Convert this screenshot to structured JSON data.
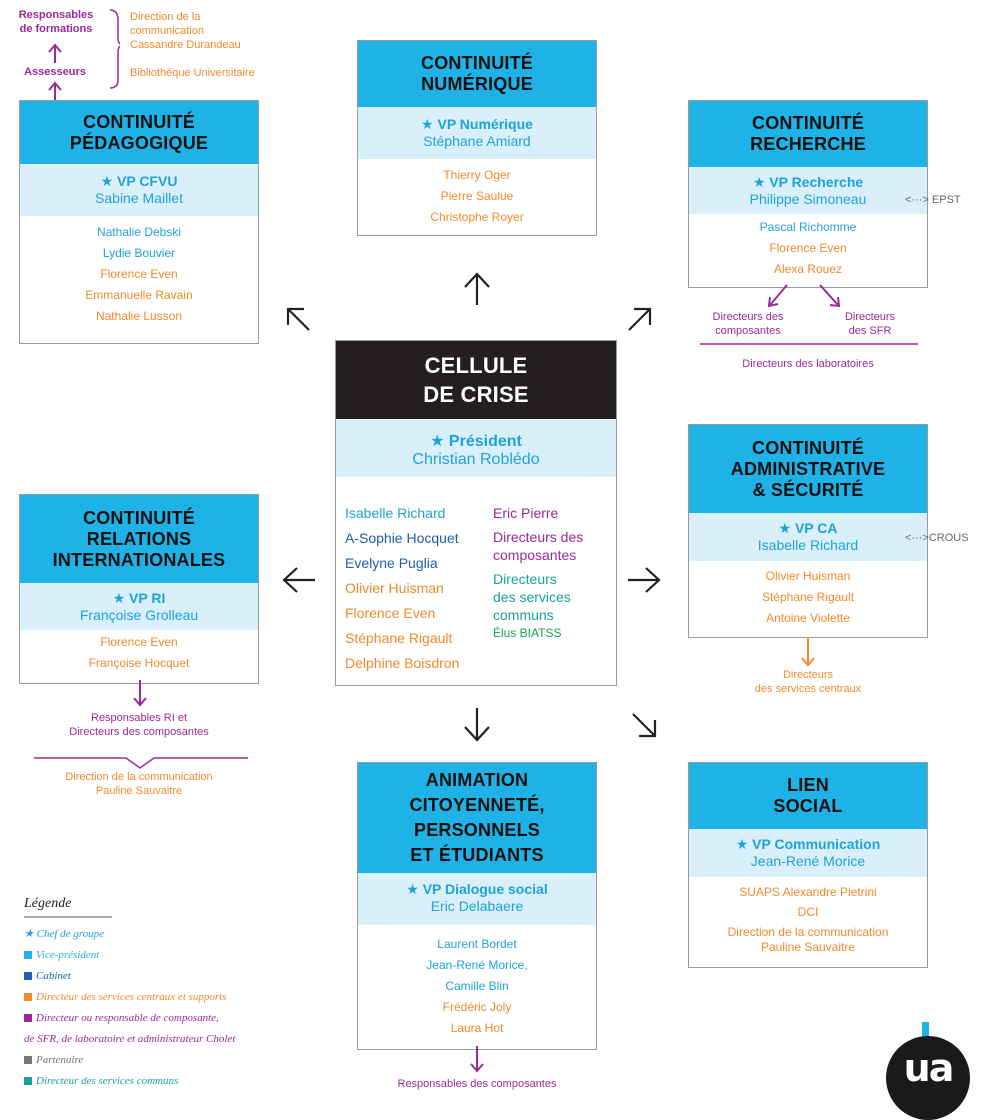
{
  "pedagogique": {
    "title1": "CONTINUITÉ",
    "title2": "PÉDAGOGIQUE",
    "role": "★ VP CFVU",
    "name": "Sabine Maillet",
    "members": [
      "Nathalie Debski",
      "Lydie Bouvier",
      "Florence Even",
      "Emmanuelle Ravain",
      "Nathalie Lusson"
    ],
    "top_left_1": "Responsables",
    "top_left_2": "de formations",
    "assesseurs": "Assesseurs",
    "dircom_1": "Direction de la",
    "dircom_2": "communication",
    "dircom_3": "Cassandre Durandeau",
    "bu": "Bibliothèque Universitaire"
  },
  "numerique": {
    "title1": "CONTINUITÉ",
    "title2": "NUMÉRIQUE",
    "role": "★ VP Numérique",
    "name": "Stéphane Amiard",
    "members": [
      "Thierry Oger",
      "Pierre Saulue",
      "Christophe Royer"
    ]
  },
  "recherche": {
    "title1": "CONTINUITÉ",
    "title2": "RECHERCHE",
    "role": "★ VP Recherche",
    "name": "Philippe Simoneau",
    "members": [
      "Pascal Richomme",
      "Florence Even",
      "Alexa Rouez"
    ],
    "epst": "EPST",
    "dir_comp_1": "Directeurs des",
    "dir_comp_2": "composantes",
    "dir_sfr_1": "Directeurs",
    "dir_sfr_2": "des SFR",
    "dir_labo": "Directeurs des laboratoires"
  },
  "crise": {
    "title1": "CELLULE",
    "title2": "DE CRISE",
    "role": "★ Président",
    "name": "Christian Roblédo",
    "left": [
      {
        "text": "Isabelle Richard",
        "color": "blue"
      },
      {
        "text": "A-Sophie Hocquet",
        "color": "navy"
      },
      {
        "text": "Evelyne Puglia",
        "color": "navy"
      },
      {
        "text": "Olivier Huisman",
        "color": "orange"
      },
      {
        "text": "Florence Even",
        "color": "orange"
      },
      {
        "text": "Stéphane Rigault",
        "color": "orange"
      },
      {
        "text": "Delphine Boisdron",
        "color": "orange"
      }
    ],
    "right_1": "Eric Pierre",
    "right_2a": "Directeurs des",
    "right_2b": "composantes",
    "right_3a": "Directeurs",
    "right_3b": "des services",
    "right_3c": "communs",
    "right_4": "Élus BIATSS"
  },
  "ri": {
    "title1": "CONTINUITÉ",
    "title2": "RELATIONS",
    "title3": "INTERNATIONALES",
    "role": "★ VP RI",
    "name": "Françoise Grolleau",
    "members": [
      "Florence Even",
      "Françoise Hocquet"
    ],
    "resp_1": "Responsables RI et",
    "resp_2": "Directeurs des composantes",
    "dircom_1": "Direction de la communication",
    "dircom_2": "Pauline Sauvaitre"
  },
  "admin": {
    "title1": "CONTINUITÉ",
    "title2": "ADMINISTRATIVE",
    "title3": "& SÉCURITÉ",
    "role": "★ VP CA",
    "name": "Isabelle Richard",
    "members": [
      "Olivier Huisman",
      "Stéphane Rigault",
      "Antoine Violette"
    ],
    "crous": "CROUS",
    "dsc_1": "Directeurs",
    "dsc_2": "des services centraux"
  },
  "animation": {
    "title1": "ANIMATION",
    "title2": "CITOYENNETÉ,",
    "title3": "PERSONNELS",
    "title4": "ET ÉTUDIANTS",
    "role": "★ VP Dialogue social",
    "name": "Eric Delabaere",
    "members": [
      "Laurent Bordet",
      "Jean-René Morice,",
      "Camille Blin",
      "Frédéric Joly",
      "Laura Hot"
    ],
    "resp": "Responsables des composantes"
  },
  "social": {
    "title1": "LIEN",
    "title2": "SOCIAL",
    "role": "★ VP Communication",
    "name": "Jean-René Morice",
    "members": [
      "SUAPS Alexandre Pietrini",
      "DCI",
      "Direction de la communication",
      "Pauline Sauvaitre"
    ]
  },
  "legend": {
    "title": "Légende",
    "items": [
      {
        "text": "★ Chef de groupe",
        "color": "#1fa2d8",
        "square": false
      },
      {
        "text": "Vice-président",
        "color": "#1fb2e6",
        "square": true
      },
      {
        "text": "Cabinet",
        "color": "#1f5fa8",
        "square": true
      },
      {
        "text": "Directeur des services centraux et supports",
        "color": "#f08a2c",
        "square": true
      },
      {
        "text": "Directeur ou responsable de composante,",
        "color": "#9b2a99",
        "square": true
      },
      {
        "text": "de SFR, de laboratoire et administrateur Cholet",
        "color": "#9b2a99",
        "square": false
      },
      {
        "text": "Partenaire",
        "color": "#777777",
        "square": true
      },
      {
        "text": "Directeur des services communs",
        "color": "#16a39a",
        "square": true
      }
    ]
  },
  "logo": "ua"
}
